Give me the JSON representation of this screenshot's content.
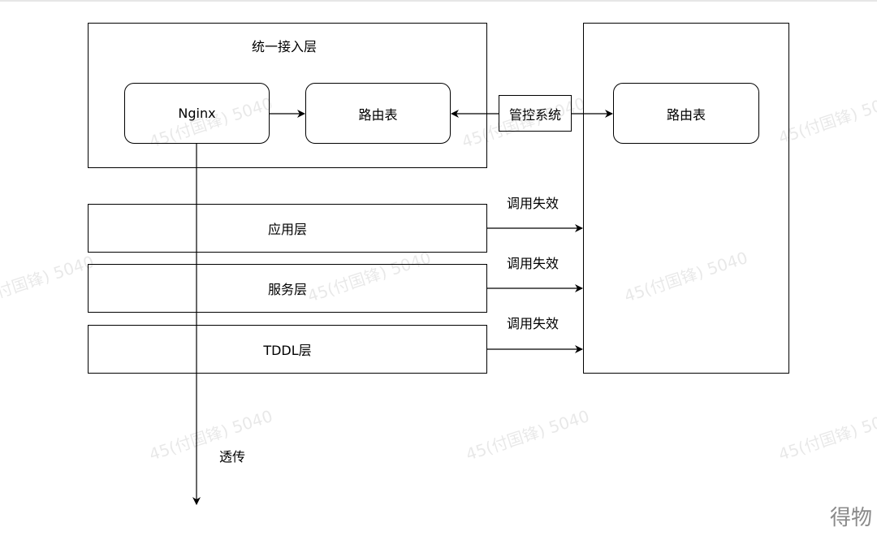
{
  "diagram": {
    "access_layer": {
      "title": "统一接入层",
      "nginx_label": "Nginx",
      "route_table_label": "路由表"
    },
    "control_system_label": "管控系统",
    "right_panel": {
      "route_table_label": "路由表"
    },
    "layers": [
      {
        "label": "应用层"
      },
      {
        "label": "服务层"
      },
      {
        "label": "TDDL层"
      }
    ],
    "call_failure_label": "调用失效",
    "passthrough_label": "透传"
  },
  "watermark_text": "45(付国锋) 5040",
  "corner_mark": "得物",
  "colors": {
    "stroke": "#000000",
    "background": "#ffffff",
    "watermark": "rgba(0,0,0,0.09)"
  }
}
